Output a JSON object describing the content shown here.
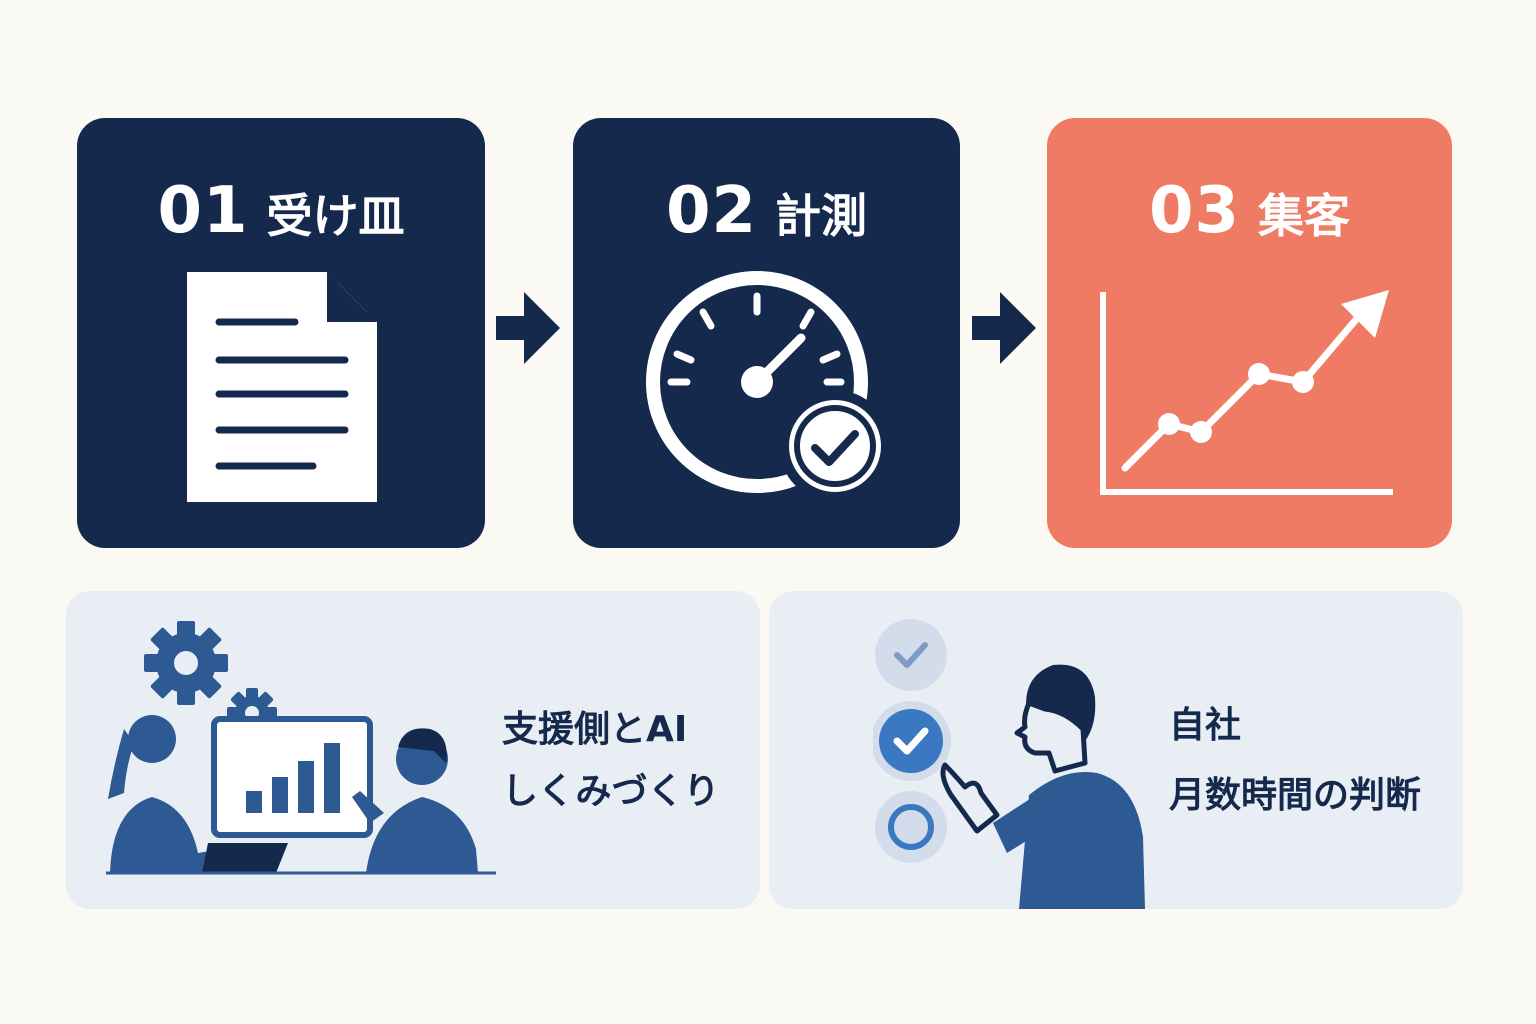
{
  "steps": [
    {
      "number": "01",
      "label": "受け皿",
      "icon": "document-icon"
    },
    {
      "number": "02",
      "label": "計測",
      "icon": "speedometer-check-icon"
    },
    {
      "number": "03",
      "label": "集客",
      "icon": "growth-chart-icon"
    }
  ],
  "panels": {
    "left": {
      "line1": "支援側とAI",
      "line2": "しくみづくり",
      "icon": "team-presentation-illustration"
    },
    "right": {
      "line1": "自社",
      "line2": "月数時間の判断",
      "icon": "decision-checklist-illustration"
    }
  },
  "colors": {
    "background": "#fbf9f3",
    "navy": "#15294d",
    "coral": "#f07b65",
    "panel": "#e9eef5",
    "blue": "#2d5a93",
    "check_blue": "#3a78c2"
  }
}
